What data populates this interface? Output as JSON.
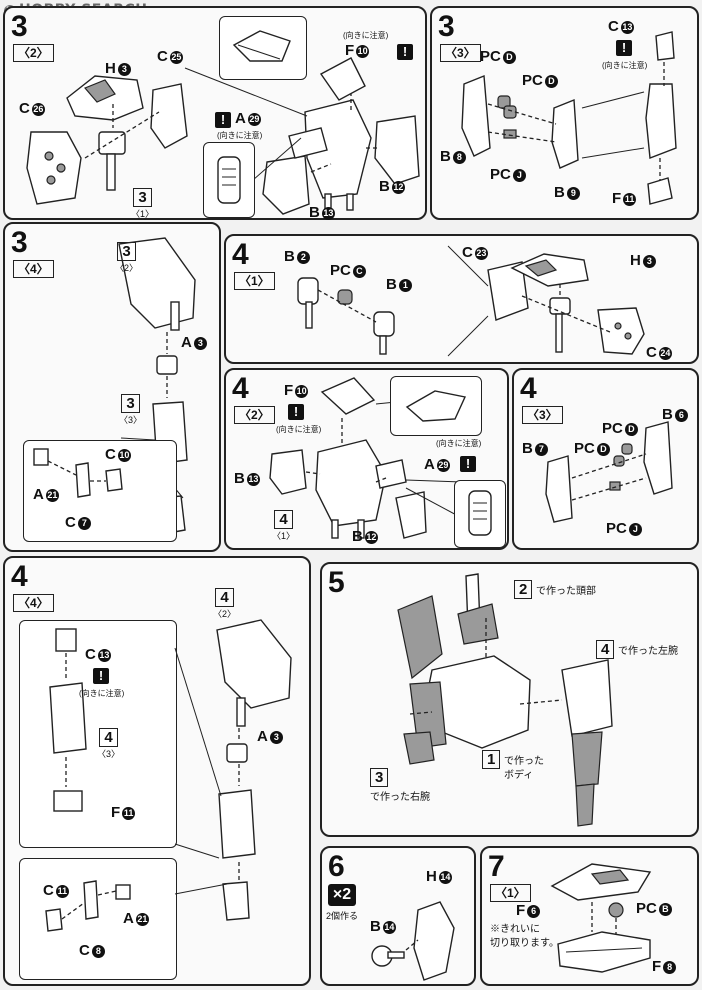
{
  "site": {
    "name": "HOBBY SEARCH"
  },
  "warn_mark": "!",
  "caution_note": "(向きに注意)",
  "steps": {
    "s3_2": {
      "num": "3",
      "sub": "〈2〉",
      "labels": {
        "h3": "H",
        "c25": "C",
        "c26": "C",
        "f10": "F",
        "a29": "A",
        "b12": "B",
        "b13": "B"
      },
      "ref": {
        "num": "3",
        "sub": "〈1〉"
      }
    },
    "s3_3": {
      "num": "3",
      "sub": "〈3〉",
      "labels": {
        "pcd1": "PC",
        "pcd2": "PC",
        "pcj": "PC",
        "b8": "B",
        "b9": "B",
        "c13": "C",
        "f11": "F"
      }
    },
    "s3_4": {
      "num": "3",
      "sub": "〈4〉",
      "labels": {
        "a3": "A",
        "c10": "C",
        "a21": "A",
        "c7": "C"
      },
      "ref_top": {
        "num": "3",
        "sub": "〈2〉"
      },
      "ref_mid": {
        "num": "3",
        "sub": "〈3〉"
      }
    },
    "s4_1": {
      "num": "4",
      "sub": "〈1〉",
      "labels": {
        "b2": "B",
        "pcc": "PC",
        "b1": "B",
        "c23": "C",
        "h3": "H",
        "c24": "C"
      }
    },
    "s4_2": {
      "num": "4",
      "sub": "〈2〉",
      "labels": {
        "f10": "F",
        "b13": "B",
        "a29": "A",
        "b12": "B"
      },
      "ref": {
        "num": "4",
        "sub": "〈1〉"
      }
    },
    "s4_3": {
      "num": "4",
      "sub": "〈3〉",
      "labels": {
        "b6": "B",
        "b7": "B",
        "pcd1": "PC",
        "pcd2": "PC",
        "pcj": "PC"
      }
    },
    "s4_4": {
      "num": "4",
      "sub": "〈4〉",
      "labels": {
        "c13": "C",
        "f11": "F",
        "a3": "A",
        "c11": "C",
        "a21": "A",
        "c8": "C"
      },
      "ref_top": {
        "num": "4",
        "sub": "〈2〉"
      },
      "ref_mid": {
        "num": "4",
        "sub": "〈3〉"
      }
    },
    "s5": {
      "num": "5",
      "head_ref": "2",
      "head_caption": "で作った頭部",
      "larm_ref": "4",
      "larm_caption": "で作った左腕",
      "body_ref": "1",
      "body_caption1": "で作った",
      "body_caption2": "ボディ",
      "rarm_ref": "3",
      "rarm_caption": "で作った右腕"
    },
    "s6": {
      "num": "6",
      "mult": "×2",
      "mult_caption": "2個作る",
      "labels": {
        "b14": "B",
        "h14": "H"
      }
    },
    "s7": {
      "num": "7",
      "sub": "〈1〉",
      "labels": {
        "f6": "F",
        "pcb": "PC",
        "f8": "F"
      },
      "note1": "※きれいに",
      "note2": "切り取ります。"
    }
  },
  "part_numbers": {
    "n1": "1",
    "n2": "2",
    "n3": "3",
    "n6": "6",
    "n7": "7",
    "n8": "8",
    "n9": "9",
    "n10": "10",
    "n11": "11",
    "n12": "12",
    "n13": "13",
    "n14": "14",
    "n21": "21",
    "n23": "23",
    "n24": "24",
    "n25": "25",
    "n26": "26",
    "n29": "29",
    "B": "B",
    "C": "C",
    "D": "D",
    "J": "J"
  }
}
